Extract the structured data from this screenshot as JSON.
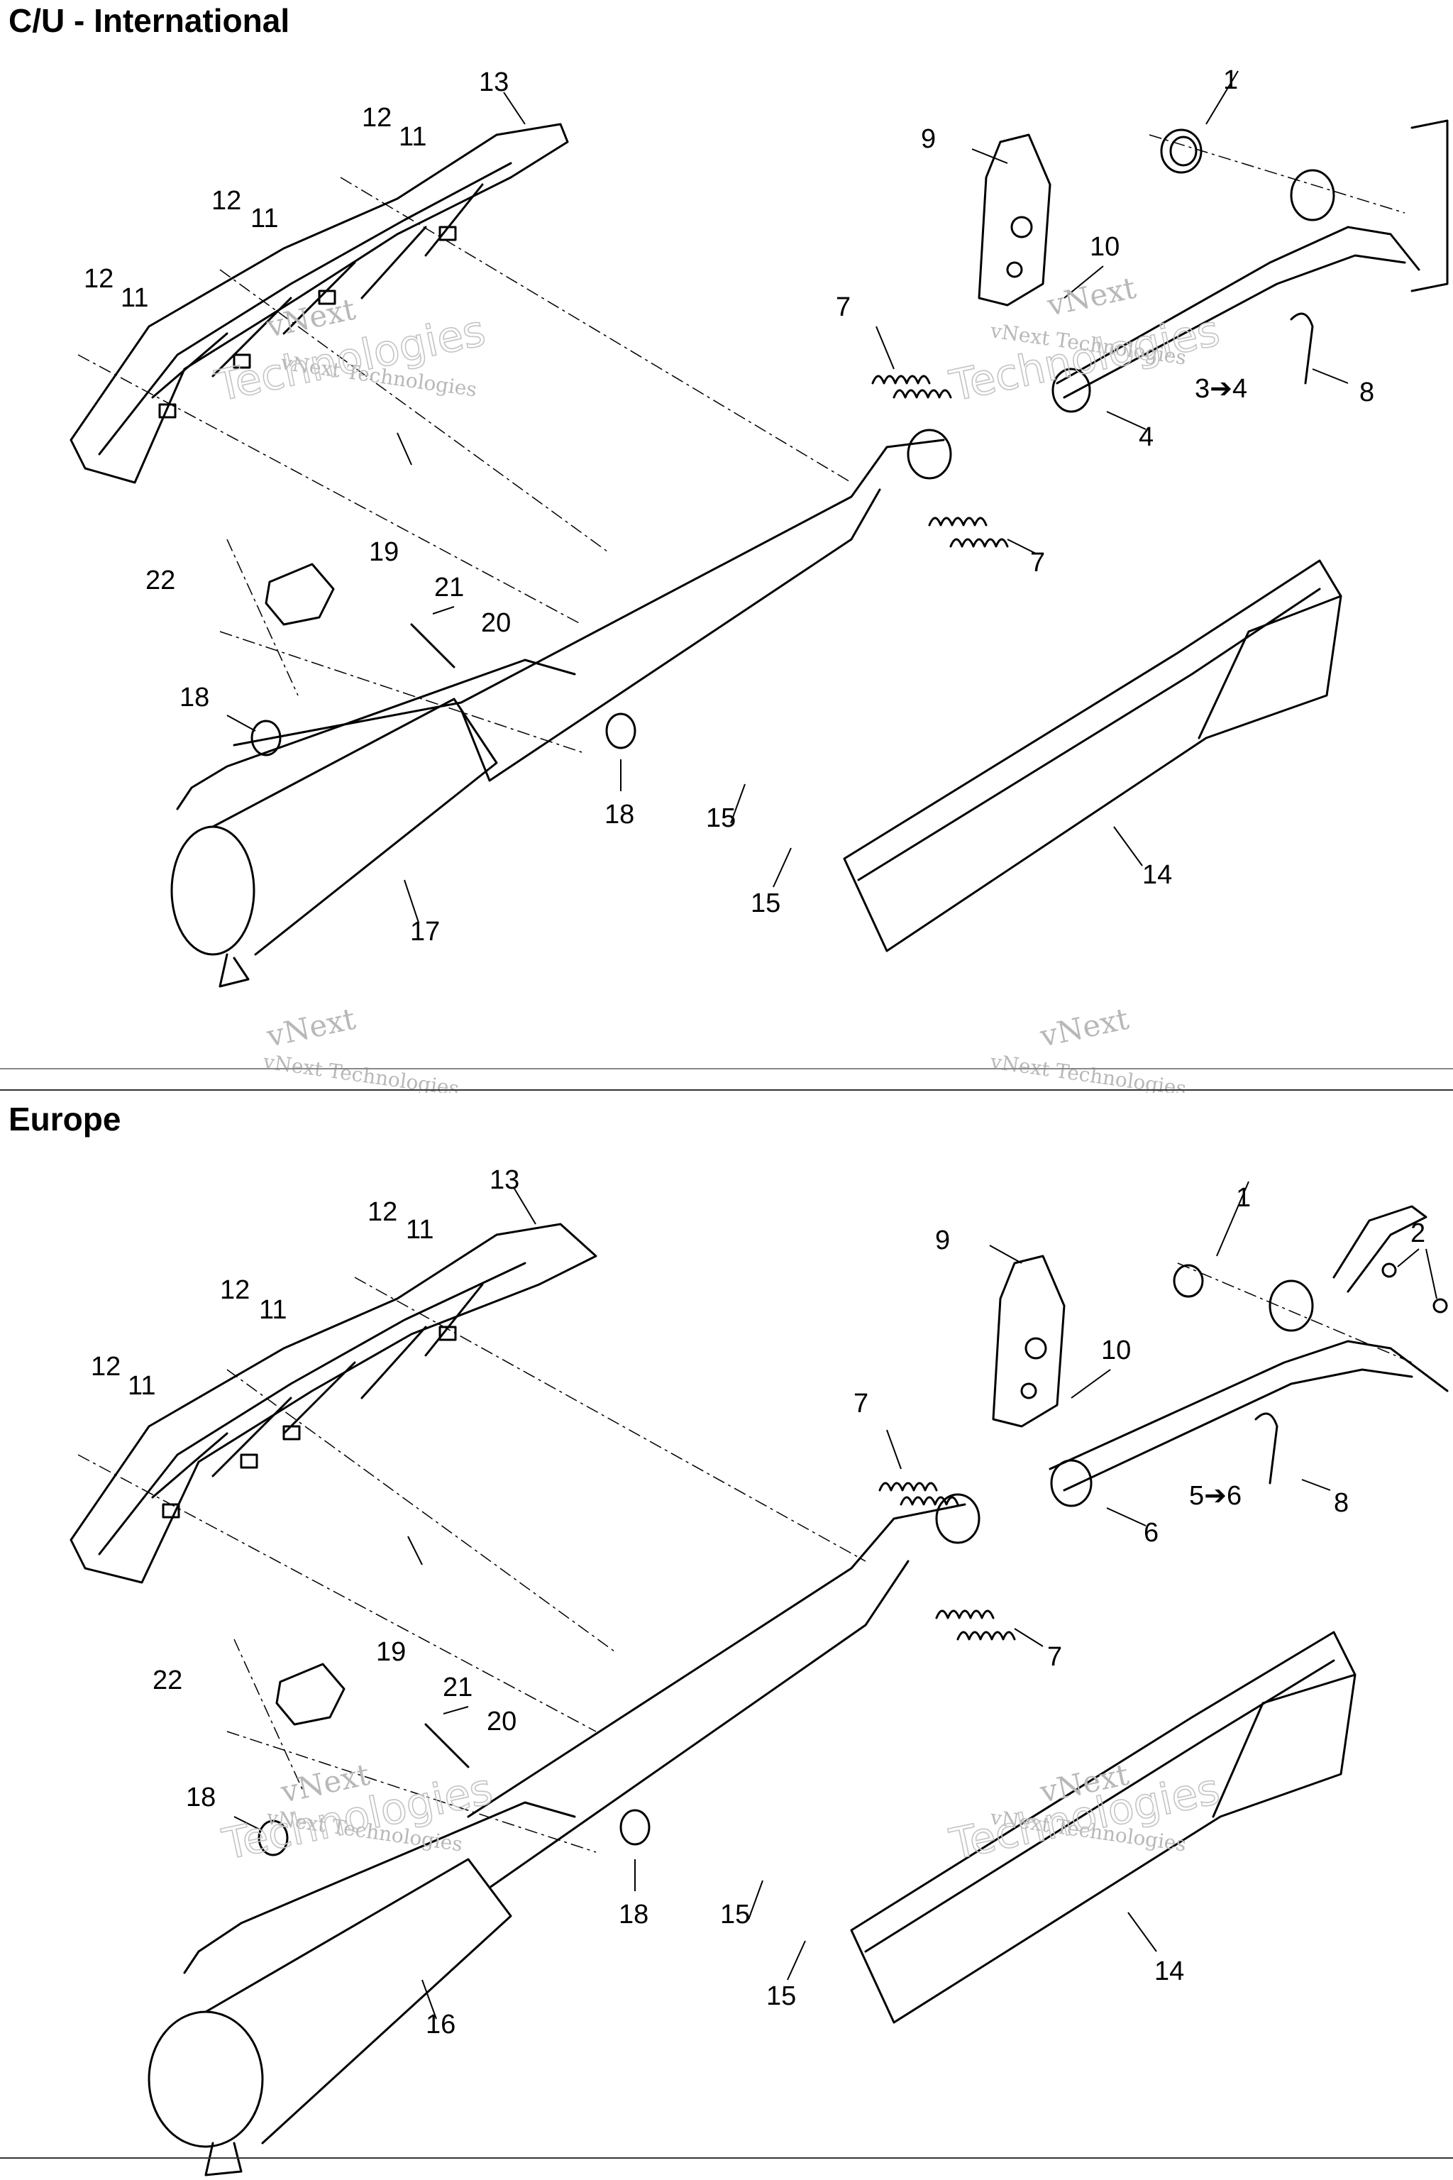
{
  "sections": [
    {
      "title": "C/U - International",
      "callouts": [
        "13",
        "12",
        "11",
        "12",
        "11",
        "12",
        "11",
        "1",
        "9",
        "10",
        "7",
        "3➔4",
        "8",
        "4",
        "22",
        "19",
        "21",
        "20",
        "7",
        "18",
        "18",
        "15",
        "15",
        "14",
        "17"
      ]
    },
    {
      "title": "Europe",
      "callouts": [
        "13",
        "12",
        "11",
        "12",
        "11",
        "12",
        "11",
        "1",
        "2",
        "9",
        "10",
        "7",
        "5➔6",
        "8",
        "6",
        "22",
        "19",
        "21",
        "20",
        "7",
        "18",
        "18",
        "15",
        "15",
        "14",
        "16"
      ]
    }
  ],
  "watermark": {
    "line1": "vNext",
    "line2": "vNext Technologies",
    "line3": "Technologies"
  },
  "colors": {
    "ink": "#000000",
    "watermark": "#bbbbbb",
    "background": "#ffffff"
  }
}
